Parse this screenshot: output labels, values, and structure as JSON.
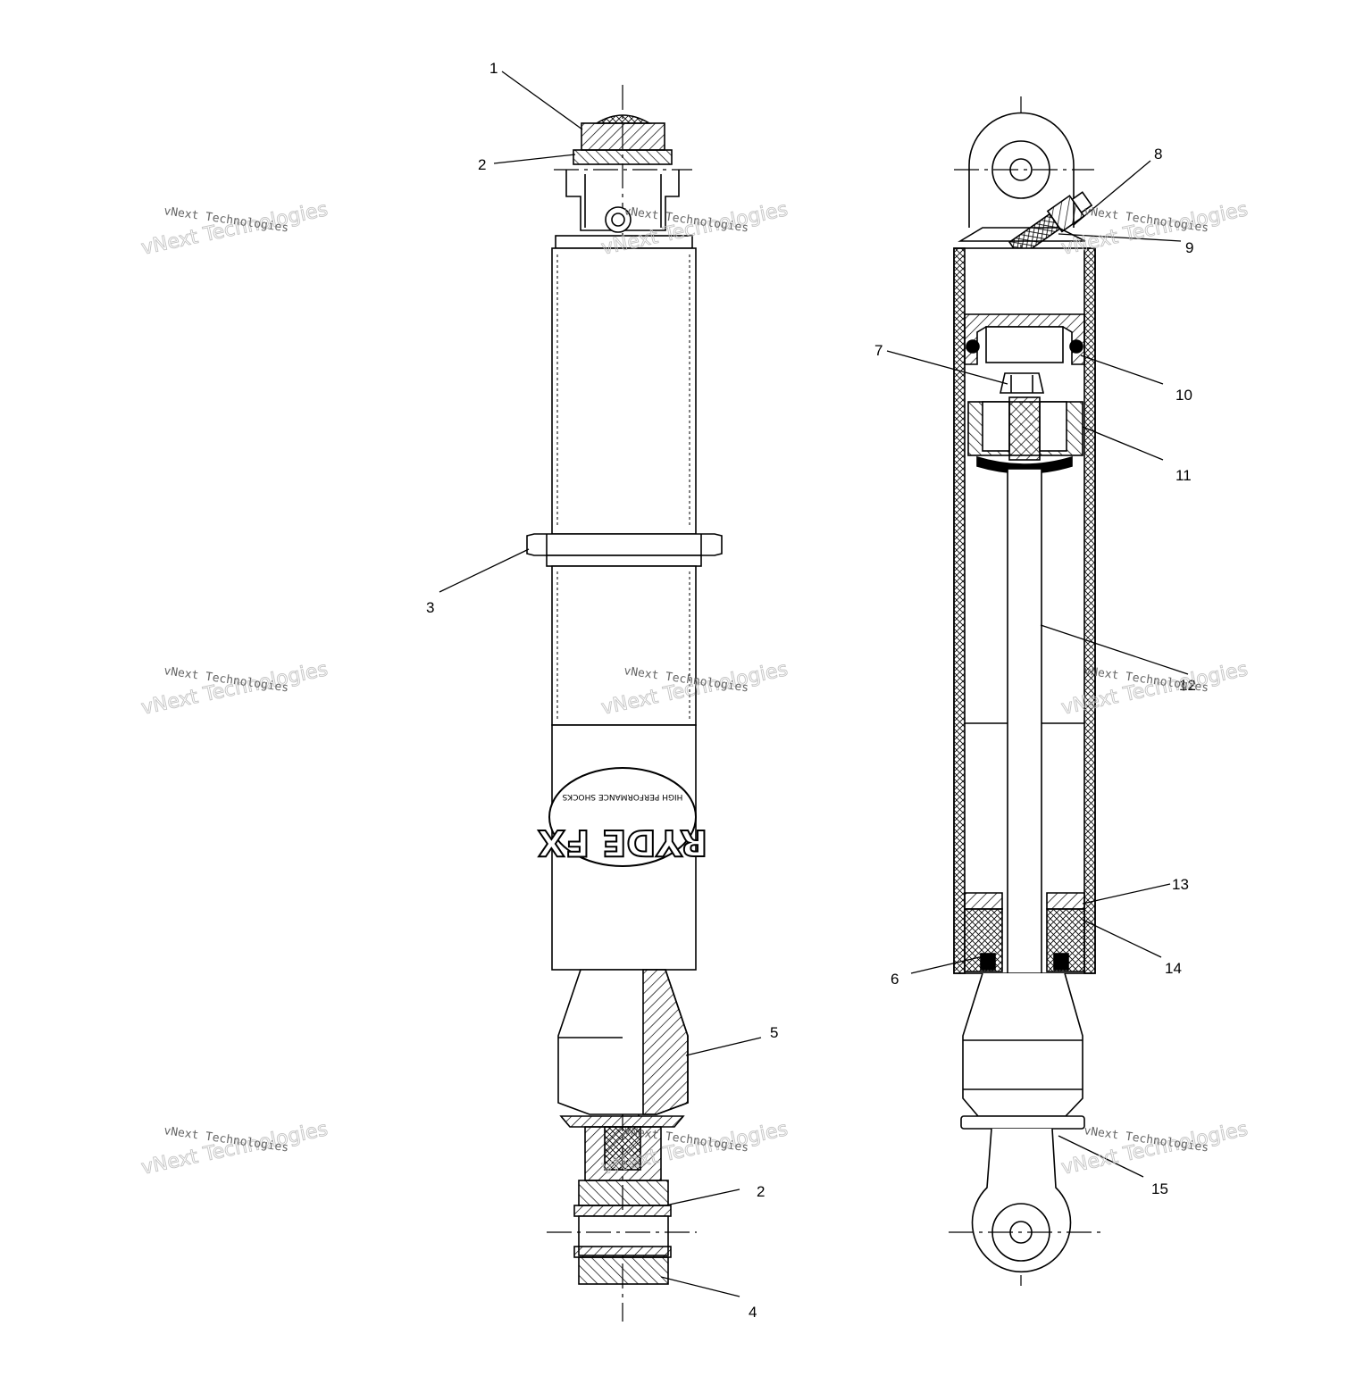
{
  "diagram": {
    "callouts": [
      {
        "id": "c1",
        "label": "1"
      },
      {
        "id": "c2a",
        "label": "2"
      },
      {
        "id": "c3",
        "label": "3"
      },
      {
        "id": "c5",
        "label": "5"
      },
      {
        "id": "c2b",
        "label": "2"
      },
      {
        "id": "c4",
        "label": "4"
      },
      {
        "id": "c8",
        "label": "8"
      },
      {
        "id": "c9",
        "label": "9"
      },
      {
        "id": "c7",
        "label": "7"
      },
      {
        "id": "c10",
        "label": "10"
      },
      {
        "id": "c11",
        "label": "11"
      },
      {
        "id": "c12",
        "label": "12"
      },
      {
        "id": "c13",
        "label": "13"
      },
      {
        "id": "c14",
        "label": "14"
      },
      {
        "id": "c6",
        "label": "6"
      },
      {
        "id": "c15",
        "label": "15"
      }
    ],
    "logo": {
      "brand": "RYDE FX",
      "tagline": "HIGH PERFORMANCE SHOCKS"
    },
    "watermark": {
      "line1": "vNext Technologies",
      "big": "vNext Technologies"
    },
    "colors": {
      "line": "#000000",
      "background": "#ffffff",
      "watermark": "#bdbdbd"
    }
  }
}
